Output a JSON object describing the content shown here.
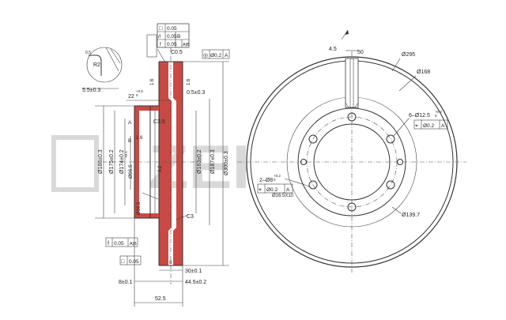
{
  "brand": {
    "logo_text": "ZEKKERT"
  },
  "tolerances": {
    "top_frame": [
      {
        "symbol": "□",
        "value": "0.05"
      },
      {
        "symbol": "//",
        "value": "0.05",
        "datum": "B"
      },
      {
        "symbol": "f",
        "value": "0.05",
        "datum": "A|B"
      }
    ],
    "ring": {
      "symbol": "◎",
      "value": "Ø0.2",
      "datum": "A"
    },
    "bottom_frame_1": {
      "symbol": "f",
      "value": "0.05",
      "datum": "A|B"
    },
    "bottom_frame_2": {
      "symbol": "□",
      "value": "0.05"
    },
    "holes_position": {
      "symbol": "⌖",
      "value": "Ø0.2",
      "datum": "A"
    },
    "small_holes_position": {
      "symbol": "⌖",
      "value": "Ø0.2",
      "datum": "A"
    }
  },
  "labels": {
    "detail_r": "R2",
    "detail_05": "0.5",
    "dim_55": "5.5±0.3",
    "c05": "C0.5",
    "dim_16a": "1.6",
    "dim_16b": "1.6",
    "dim_22": "22",
    "dim_22_tol": "+0.5",
    "dim_22_tol2": "0",
    "dim_05": "0.5±0.3",
    "c35": "C3.5",
    "dim_16c": "1.6",
    "datum_a": "A",
    "datum_b": "B",
    "c3": "C3",
    "d188": "Ø188±0.3",
    "d175": "Ø175±0.2",
    "d174": "Ø174±0.2",
    "d965": "Ø96.5",
    "d965_tol": "+0.1",
    "d32": "3.2",
    "d163": "Ø163±0.2",
    "d187": "Ø187±0.3",
    "d300": "Ø300±0.3",
    "d165": "Ø16.5",
    "dim_8_small": "8",
    "dim_30": "30±0.1",
    "dim_8": "8±0.1",
    "dim_445": "44.5±0.2",
    "dim_525": "52.5",
    "dim_45": "4.5",
    "dim_50": "50",
    "d295": "Ø295",
    "d168": "Ø168",
    "holes_6": "6–Ø12.5",
    "holes_6_tol": "+0.2",
    "holes_6_tol2": "0",
    "holes_2": "2–Ø8",
    "holes_2_tol": "+0.2",
    "holes_2_tol2": "0",
    "d165x10": "Ø16.5X10",
    "d1397": "Ø139.7"
  }
}
